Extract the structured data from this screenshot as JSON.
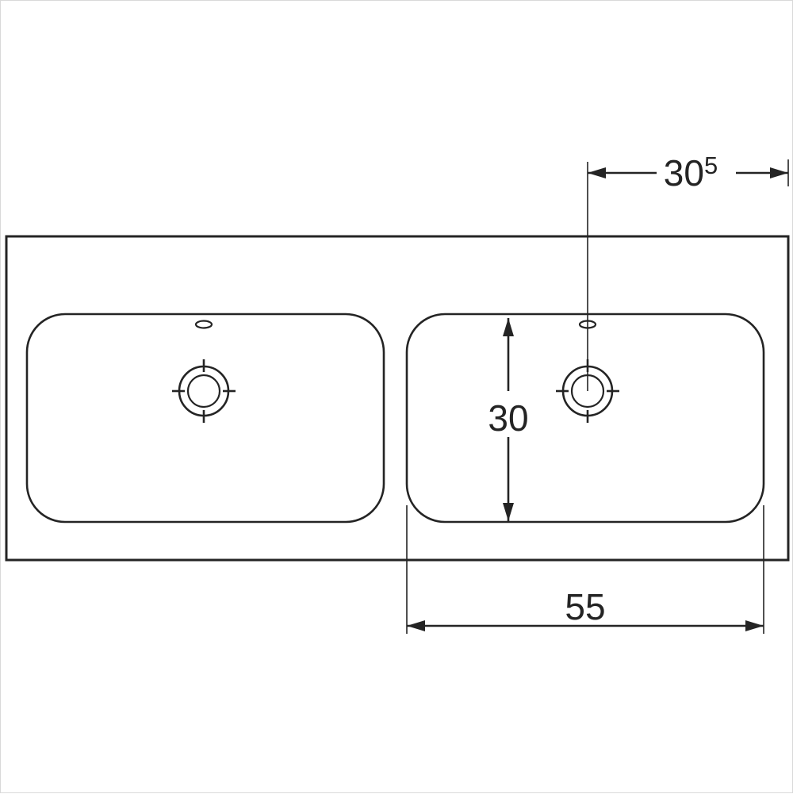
{
  "drawing": {
    "kind": "technical-dimension-drawing",
    "subject": "double-washbasin-top-view",
    "line_color": "#242424",
    "background_color": "#ffffff"
  },
  "dimensions": {
    "tap_offset": {
      "value": "30",
      "superscript": "5"
    },
    "depth": {
      "value": "30"
    },
    "width": {
      "value": "55"
    }
  }
}
